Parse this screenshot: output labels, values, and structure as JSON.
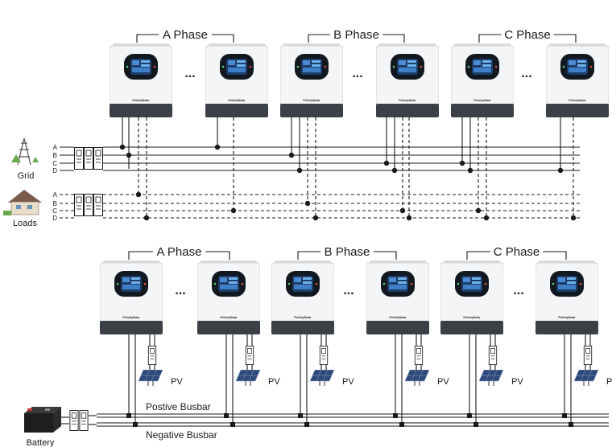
{
  "top_diagram": {
    "phase_labels": [
      "A Phase",
      "B Phase",
      "C Phase"
    ],
    "ellipsis": "...",
    "brand": "FelicitySolar",
    "grid_label": "Grid",
    "loads_label": "Loads",
    "grid_lines": [
      "A",
      "B",
      "C",
      "D"
    ],
    "load_lines": [
      "A",
      "B",
      "C",
      "D"
    ]
  },
  "bottom_diagram": {
    "phase_labels": [
      "A Phase",
      "B Phase",
      "C Phase"
    ],
    "ellipsis": "...",
    "brand": "FelicitySolar",
    "pv_label": "PV",
    "positive_busbar_label": "Postive Busbar",
    "negative_busbar_label": "Negative Busbar",
    "battery_label": "Battery"
  },
  "colors": {
    "inverter_body": "#f4f5f6",
    "inverter_base": "#3b4047",
    "screen": "#121820",
    "screen_glow": "#4a8bd4",
    "wire": "#1a1a1a",
    "solar_panel": "#2f4a7a"
  }
}
